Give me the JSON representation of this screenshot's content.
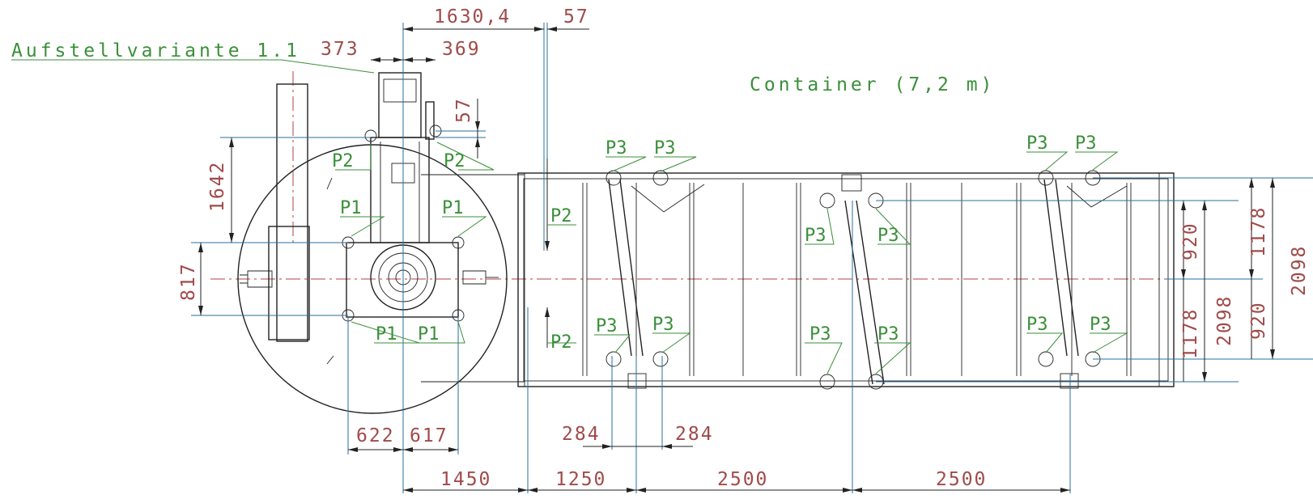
{
  "title": "Container (7,2 m)",
  "variant": "Aufstellvariante 1.1",
  "dimensions": {
    "d1630": "1630,4",
    "d57top": "57",
    "d373": "373",
    "d369": "369",
    "d57v": "57",
    "d1642": "1642",
    "d817": "817",
    "d622": "622",
    "d617": "617",
    "d284l": "284",
    "d284r": "284",
    "d1450": "1450",
    "d1250": "1250",
    "d2500a": "2500",
    "d2500b": "2500",
    "d920a": "920",
    "d920b": "920",
    "d1178a": "1178",
    "d1178b": "1178",
    "d2098a": "2098",
    "d2098b": "2098"
  },
  "points": {
    "p1": "P1",
    "p2": "P2",
    "p3": "P3"
  },
  "colors": {
    "dimension_text": "#a04a4a",
    "label_text": "#3a8f3a",
    "extension_line": "#2a6f9f",
    "outline": "#222222"
  }
}
